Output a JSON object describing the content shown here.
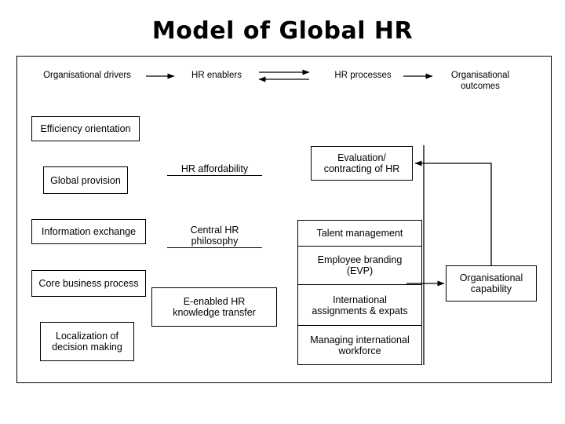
{
  "slide": {
    "title": "Model of Global HR",
    "background": "#ffffff",
    "line_color": "#000000"
  },
  "header_flow": {
    "items": [
      {
        "id": "organisational-drivers",
        "label": "Organisational drivers"
      },
      {
        "id": "hr-enablers",
        "label": "HR enablers"
      },
      {
        "id": "hr-processes",
        "label": "HR processes"
      },
      {
        "id": "organisational-outcomes",
        "label": "Organisational\noutcomes"
      }
    ],
    "connectors": [
      {
        "from": "organisational-drivers",
        "to": "hr-enablers",
        "type": "arrow-right"
      },
      {
        "from": "hr-enablers",
        "to": "hr-processes",
        "type": "arrow-bidirectional-double"
      },
      {
        "from": "hr-processes",
        "to": "organisational-outcomes",
        "type": "arrow-right"
      }
    ]
  },
  "columns": {
    "drivers": {
      "name": "Organisational drivers",
      "nodes": [
        {
          "id": "efficiency-orientation",
          "label": "Efficiency orientation",
          "style": "boxed"
        },
        {
          "id": "global-provision",
          "label": "Global provision",
          "style": "boxed"
        },
        {
          "id": "information-exchange",
          "label": "Information exchange",
          "style": "boxed"
        },
        {
          "id": "core-business-process",
          "label": "Core business process",
          "style": "boxed"
        },
        {
          "id": "localization-of-decision-making",
          "label": "Localization of\ndecision making",
          "style": "boxed"
        }
      ]
    },
    "enablers": {
      "name": "HR enablers",
      "nodes": [
        {
          "id": "hr-affordability",
          "label": "HR affordability",
          "style": "underlined"
        },
        {
          "id": "central-hr-philosophy",
          "label": "Central HR\nphilosophy",
          "style": "underlined"
        },
        {
          "id": "e-enabled-hr-knowledge-transfer",
          "label": "E-enabled HR\nknowledge transfer",
          "style": "boxed"
        }
      ]
    },
    "processes": {
      "name": "HR processes",
      "nodes": [
        {
          "id": "evaluation-contracting-of-hr",
          "label": "Evaluation/\ncontracting of HR",
          "style": "boxed"
        },
        {
          "id": "talent-management",
          "label": "Talent management",
          "style": "boxed-stacked"
        },
        {
          "id": "employee-branding-evp",
          "label": "Employee branding\n(EVP)",
          "style": "boxed-stacked"
        },
        {
          "id": "international-assignments-expats",
          "label": "International\nassignments & expats",
          "style": "boxed-stacked"
        },
        {
          "id": "managing-international-workforce",
          "label": "Managing international\nworkforce",
          "style": "boxed-stacked"
        }
      ]
    },
    "outcomes": {
      "name": "Organisational outcomes",
      "nodes": [
        {
          "id": "organisational-capability",
          "label": "Organisational\ncapability",
          "style": "boxed"
        }
      ]
    }
  },
  "diagram_connectors": [
    {
      "id": "processes-to-capability",
      "from": "hr-processes-stack",
      "to": "organisational-capability",
      "type": "arrow-right"
    },
    {
      "id": "capability-feedback-to-evaluation",
      "from": "organisational-capability",
      "to": "evaluation-contracting-of-hr",
      "type": "feedback-loop-arrow-left"
    }
  ]
}
